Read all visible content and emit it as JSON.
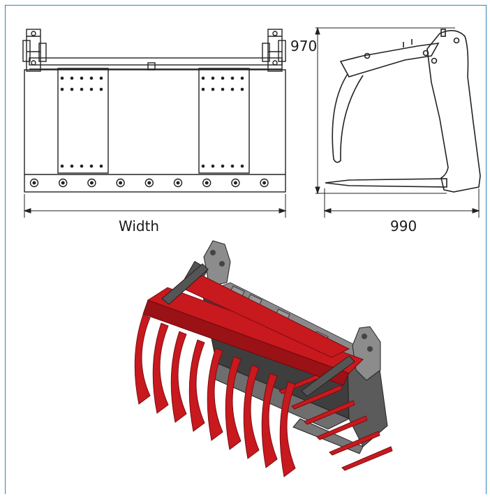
{
  "drawing": {
    "height_label": "970",
    "width_label": "Width",
    "depth_label": "990"
  },
  "colors": {
    "frame_border": "#2a86b8",
    "line": "#222222",
    "grapple_red": "#c8191e",
    "bucket_grey": "#5b5b5b"
  }
}
